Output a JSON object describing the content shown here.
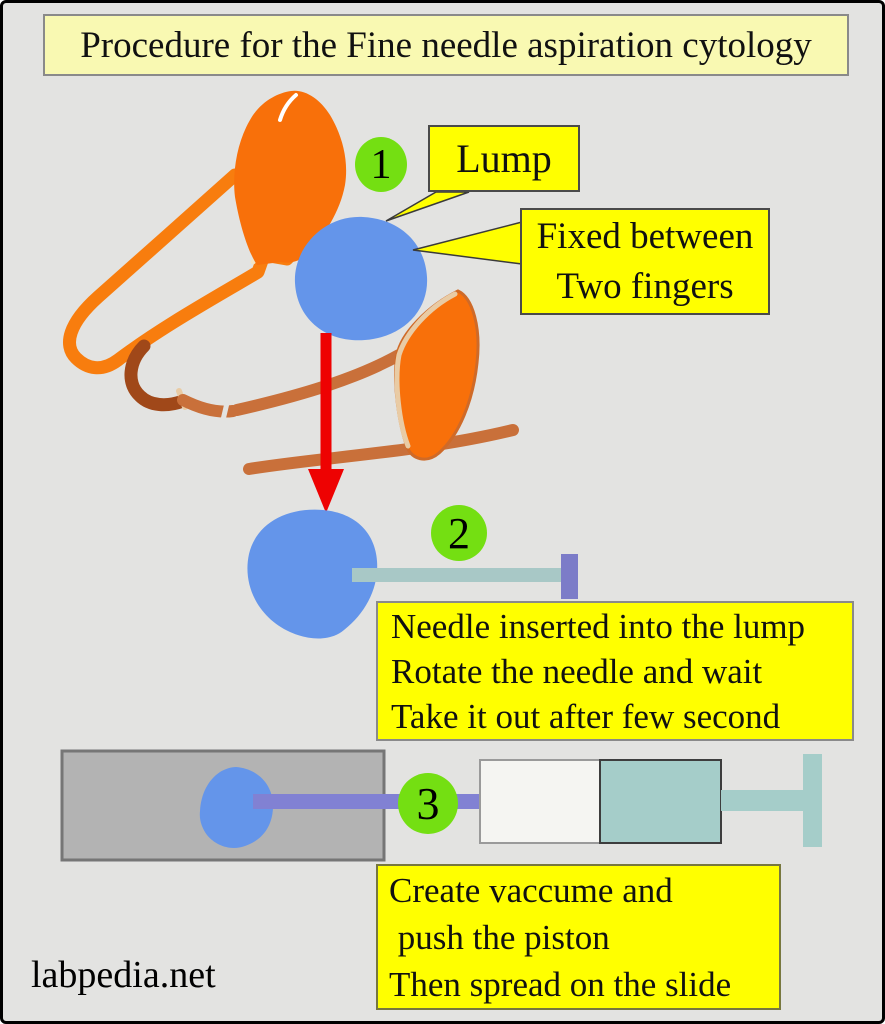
{
  "title": "Procedure for the Fine needle aspiration cytology",
  "watermark": "labpedia.net",
  "diagram": {
    "step1": {
      "badge": "1",
      "lump_label": "Lump",
      "fixed_label_line1": "Fixed between",
      "fixed_label_line2": "Two fingers"
    },
    "step2": {
      "badge": "2",
      "note_line1": "Needle inserted into the lump",
      "note_line2": "Rotate the needle and wait",
      "note_line3": "Take it out after few second"
    },
    "step3": {
      "badge": "3",
      "note_line1": "Create vaccume and",
      "note_line2": " push the piston",
      "note_line3": "Then spread on the slide"
    }
  },
  "colors": {
    "background": "#e3e3e1",
    "title_yellow": "#f9f9b2",
    "note_yellow": "#ffff00",
    "finger_orange": "#f8700a",
    "finger_outline_orange": "#f87d0e",
    "hand_brown_dark": "#a04819",
    "hand_brown_light": "#c9703a",
    "skin_beige": "#e9cba4",
    "lump_blue": "#6495ea",
    "badge_green": "#74df12",
    "arrow_red": "#ee0202",
    "needle_teal": "#a8c8c6",
    "needle_hub_purple": "#7c7cc8",
    "needle_purple_bar": "#8181d3",
    "syringe_teal": "#a5cdc9",
    "syringe_barrel_white": "#f5f5f2",
    "slide_gray": "#b3b3b3"
  }
}
